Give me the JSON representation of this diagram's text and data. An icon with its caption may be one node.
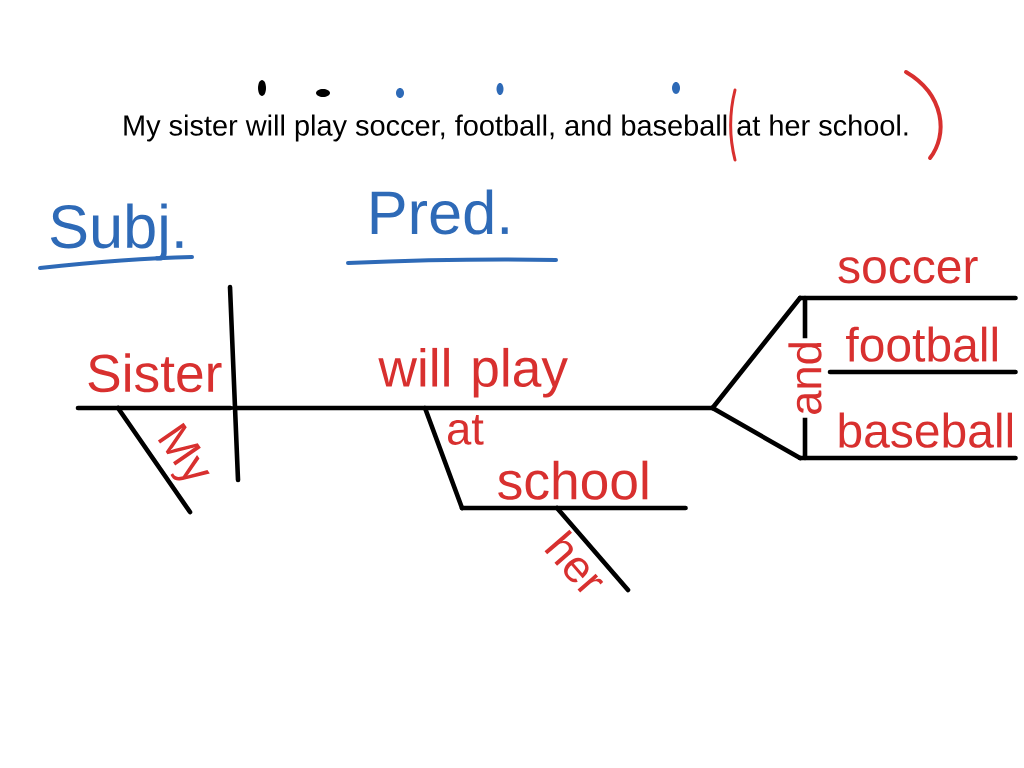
{
  "diagram": {
    "title": "My sister will play soccer, football, and baseball at her school.",
    "nodes": [
      {
        "text": [
          "Sister"
        ]
      },
      {
        "text": [
          "will play"
        ]
      },
      {
        "text": [
          "school"
        ]
      },
      {
        "text": [
          "soccer"
        ]
      },
      {
        "text": [
          "football"
        ]
      },
      {
        "text": [
          "baseball"
        ]
      }
    ],
    "edges": [
      {
        "from": 0,
        "to": null,
        "arrow": "none",
        "label": "My"
      },
      {
        "from": 1,
        "to": 2,
        "arrow": "none",
        "label": "at"
      },
      {
        "from": 2,
        "to": null,
        "arrow": "none",
        "label": "her"
      },
      {
        "from": 1,
        "to": 3,
        "arrow": "none"
      },
      {
        "from": 1,
        "to": 5,
        "arrow": "none"
      },
      {
        "from": 3,
        "to": 5,
        "arrow": "none",
        "label": "and"
      }
    ],
    "labels": [
      "Subj.",
      "Pred."
    ]
  }
}
